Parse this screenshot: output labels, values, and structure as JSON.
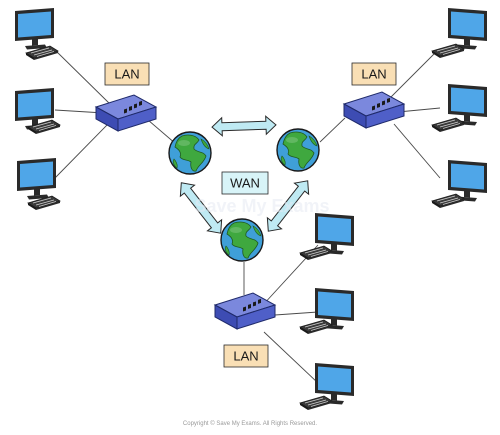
{
  "labels": {
    "lan_left": "LAN",
    "lan_right": "LAN",
    "lan_bottom": "LAN",
    "wan": "WAN"
  },
  "watermark": "Save My Exams",
  "copyright": "Copyright © Save My Exams. All Rights Reserved.",
  "colors": {
    "monitor_screen": "#4fa6e8",
    "monitor_frame": "#2a2a2a",
    "switch_body": "#4f5fc8",
    "switch_top": "#7b88dd",
    "lan_label_fill": "#f9dfb5",
    "wan_label_fill": "#d8f4f8",
    "arrow_fill": "#bfeaf3",
    "globe_ocean": "#3f9fd8",
    "globe_land": "#3fa83f",
    "link_line": "#4a4a4a"
  },
  "icons": [
    "monitor-icon",
    "keyboard-icon",
    "network-switch-icon",
    "globe-icon",
    "double-arrow-icon"
  ]
}
